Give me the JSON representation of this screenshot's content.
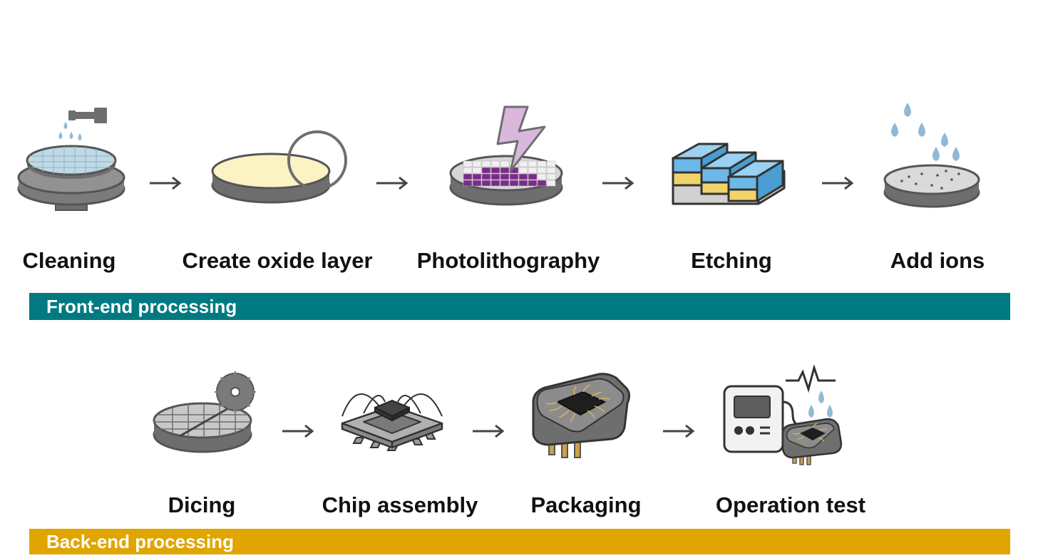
{
  "front_end": {
    "band_label": "Front-end processing",
    "band_color": "#007A80",
    "steps": [
      {
        "label": "Cleaning",
        "icon": "wafer-cleaning-icon"
      },
      {
        "label": "Create oxide layer",
        "icon": "oxide-layer-icon"
      },
      {
        "label": "Photolithography",
        "icon": "photolithography-icon"
      },
      {
        "label": "Etching",
        "icon": "etching-icon"
      },
      {
        "label": "Add ions",
        "icon": "ion-implant-icon"
      }
    ]
  },
  "back_end": {
    "band_label": "Back-end processing",
    "band_color": "#E0A500",
    "steps": [
      {
        "label": "Dicing",
        "icon": "dicing-saw-icon"
      },
      {
        "label": "Chip assembly",
        "icon": "chip-assembly-icon"
      },
      {
        "label": "Packaging",
        "icon": "chip-package-icon"
      },
      {
        "label": "Operation test",
        "icon": "operation-test-icon"
      }
    ]
  },
  "colors": {
    "gray": "#6E6E6E",
    "light_gray": "#C8C8C8",
    "water": "#8FB9D6",
    "oxide": "#FBF3C4",
    "photoresist": "#7A2A8A",
    "lightning": "#D9B8DC",
    "etch_blue": "#6CB8E8",
    "etch_yellow": "#F2D36B"
  }
}
